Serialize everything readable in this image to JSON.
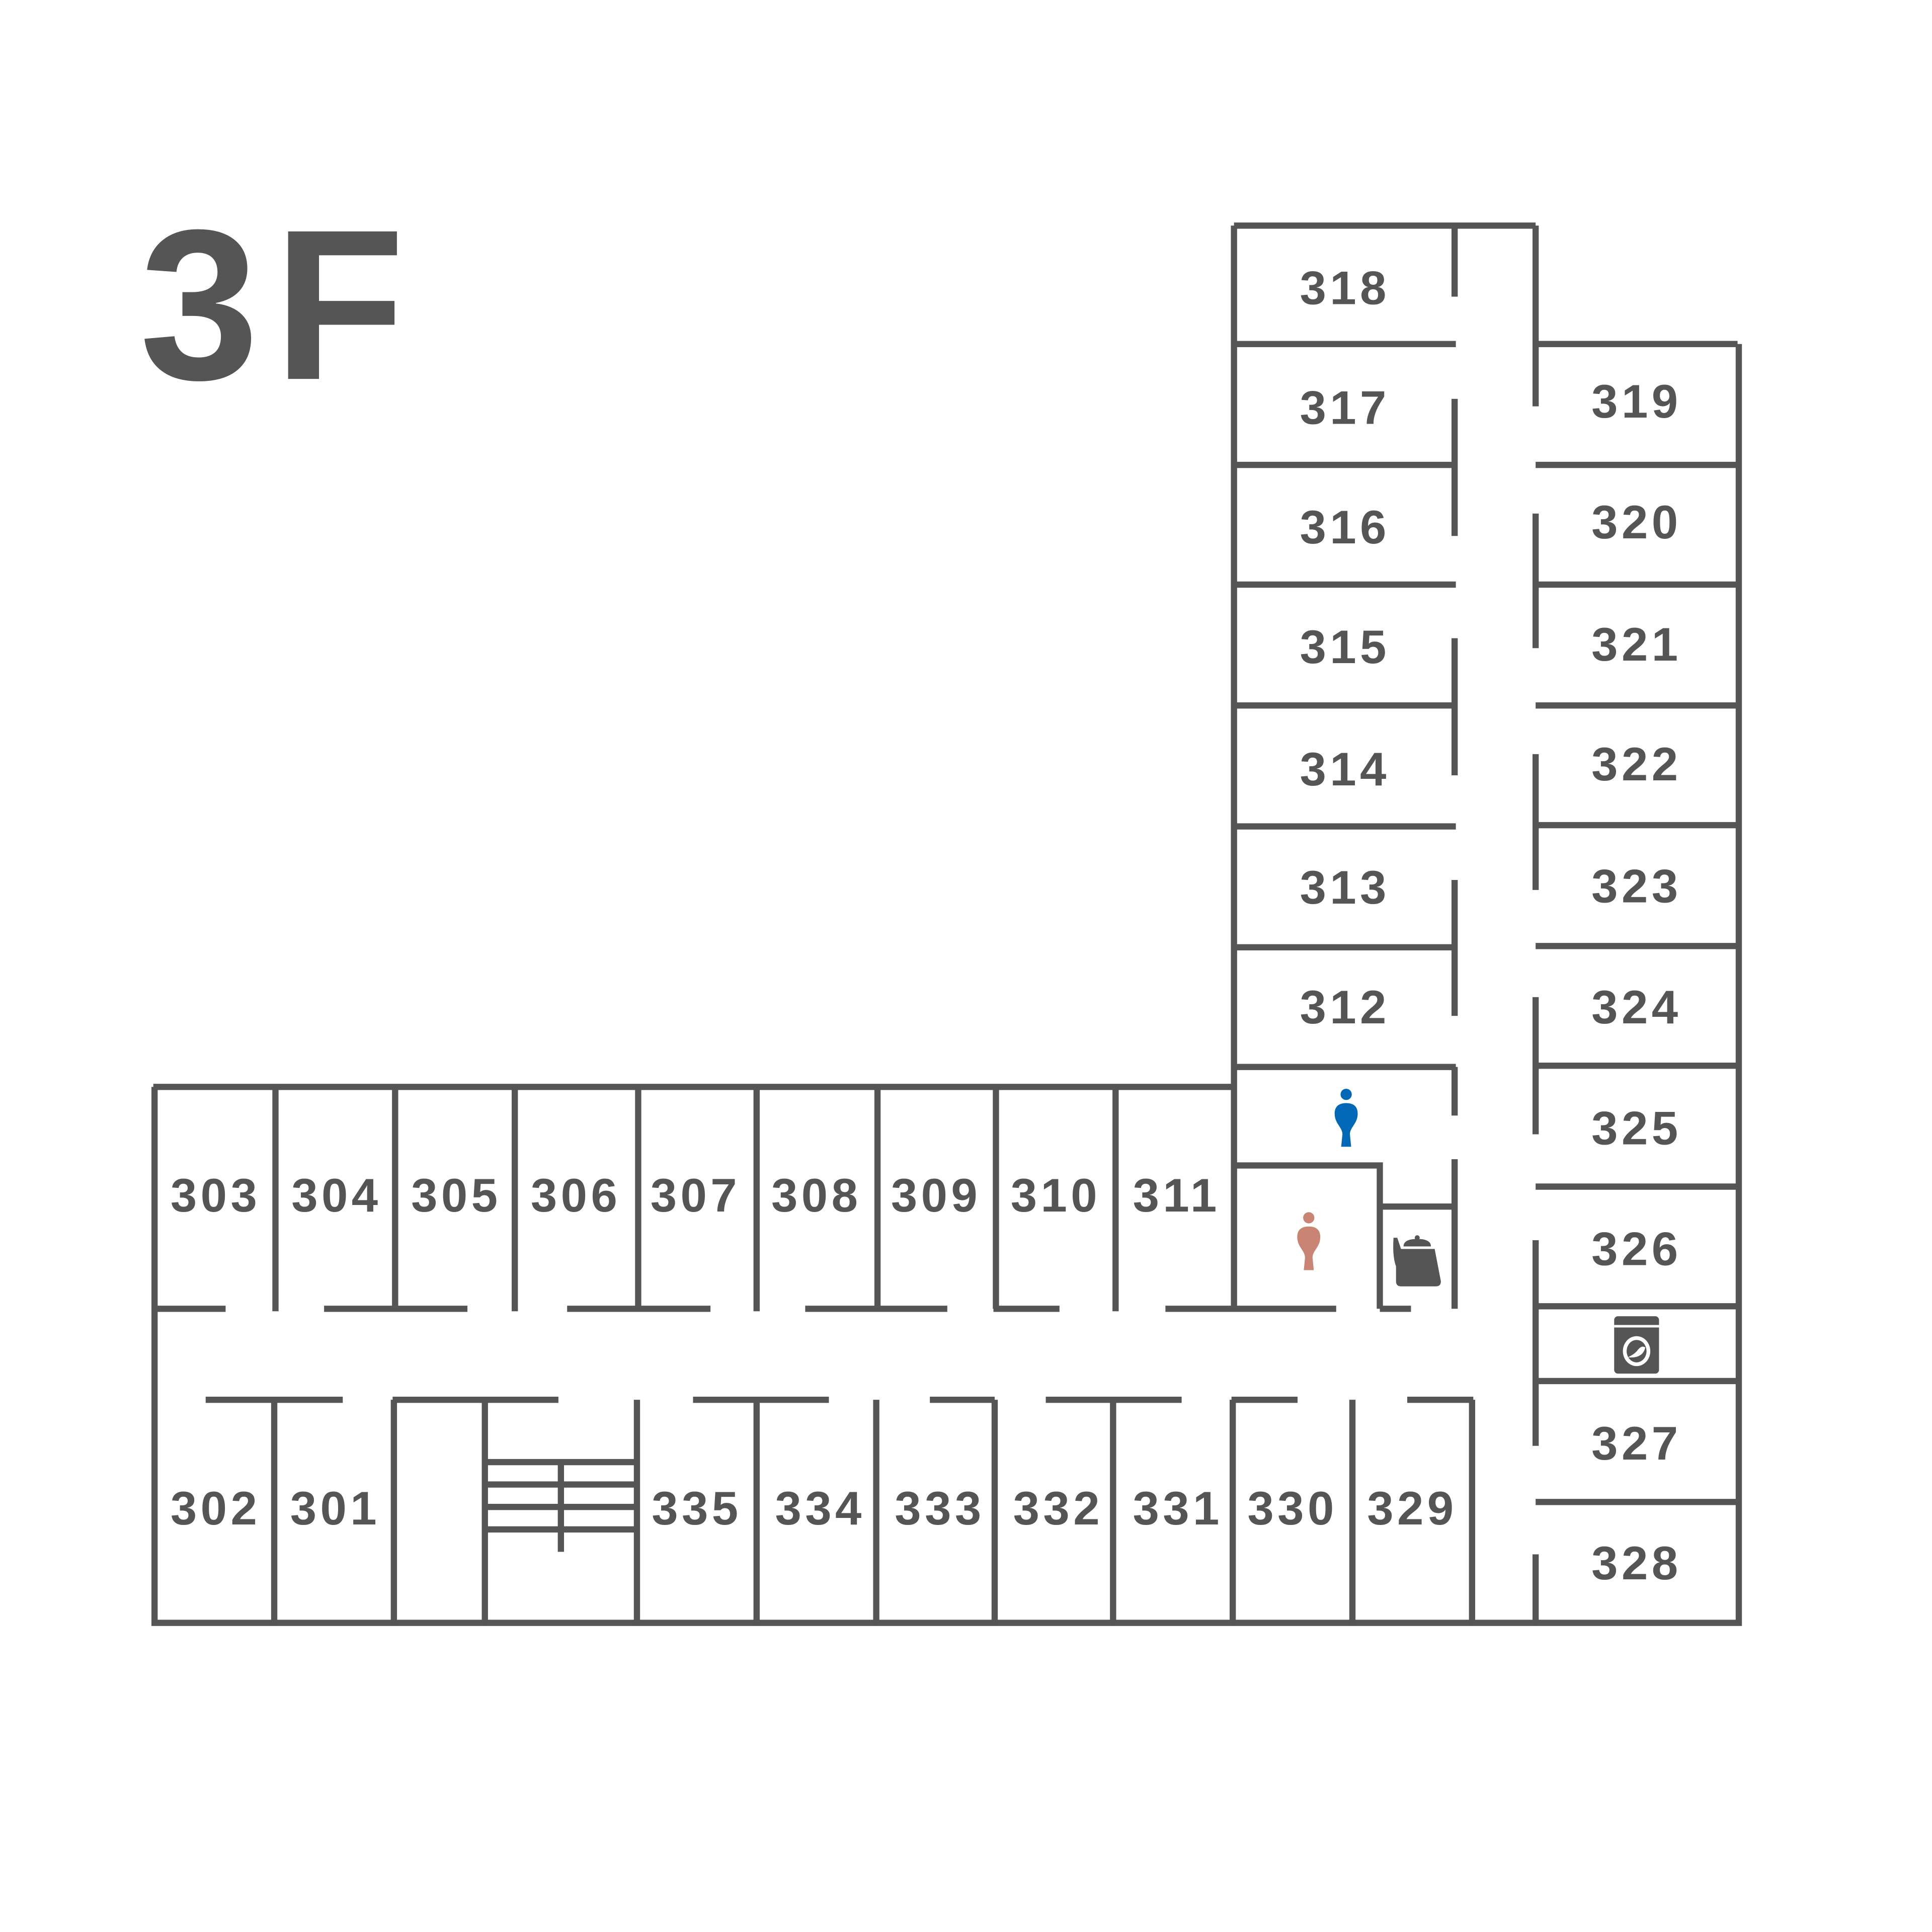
{
  "floor_title": "3F",
  "colors": {
    "wall": "#555555",
    "men": "#0068b7",
    "women": "#c98473",
    "icon": "#555555"
  },
  "rooms": [
    "301",
    "302",
    "303",
    "304",
    "305",
    "306",
    "307",
    "308",
    "309",
    "310",
    "311",
    "312",
    "313",
    "314",
    "315",
    "316",
    "317",
    "318",
    "319",
    "320",
    "321",
    "322",
    "323",
    "324",
    "325",
    "326",
    "327",
    "328",
    "329",
    "330",
    "331",
    "332",
    "333",
    "334",
    "335"
  ],
  "icons": {
    "men": "mens-restroom-icon",
    "women": "womens-restroom-icon",
    "kettle": "kettle-icon",
    "laundry": "washing-machine-icon"
  }
}
